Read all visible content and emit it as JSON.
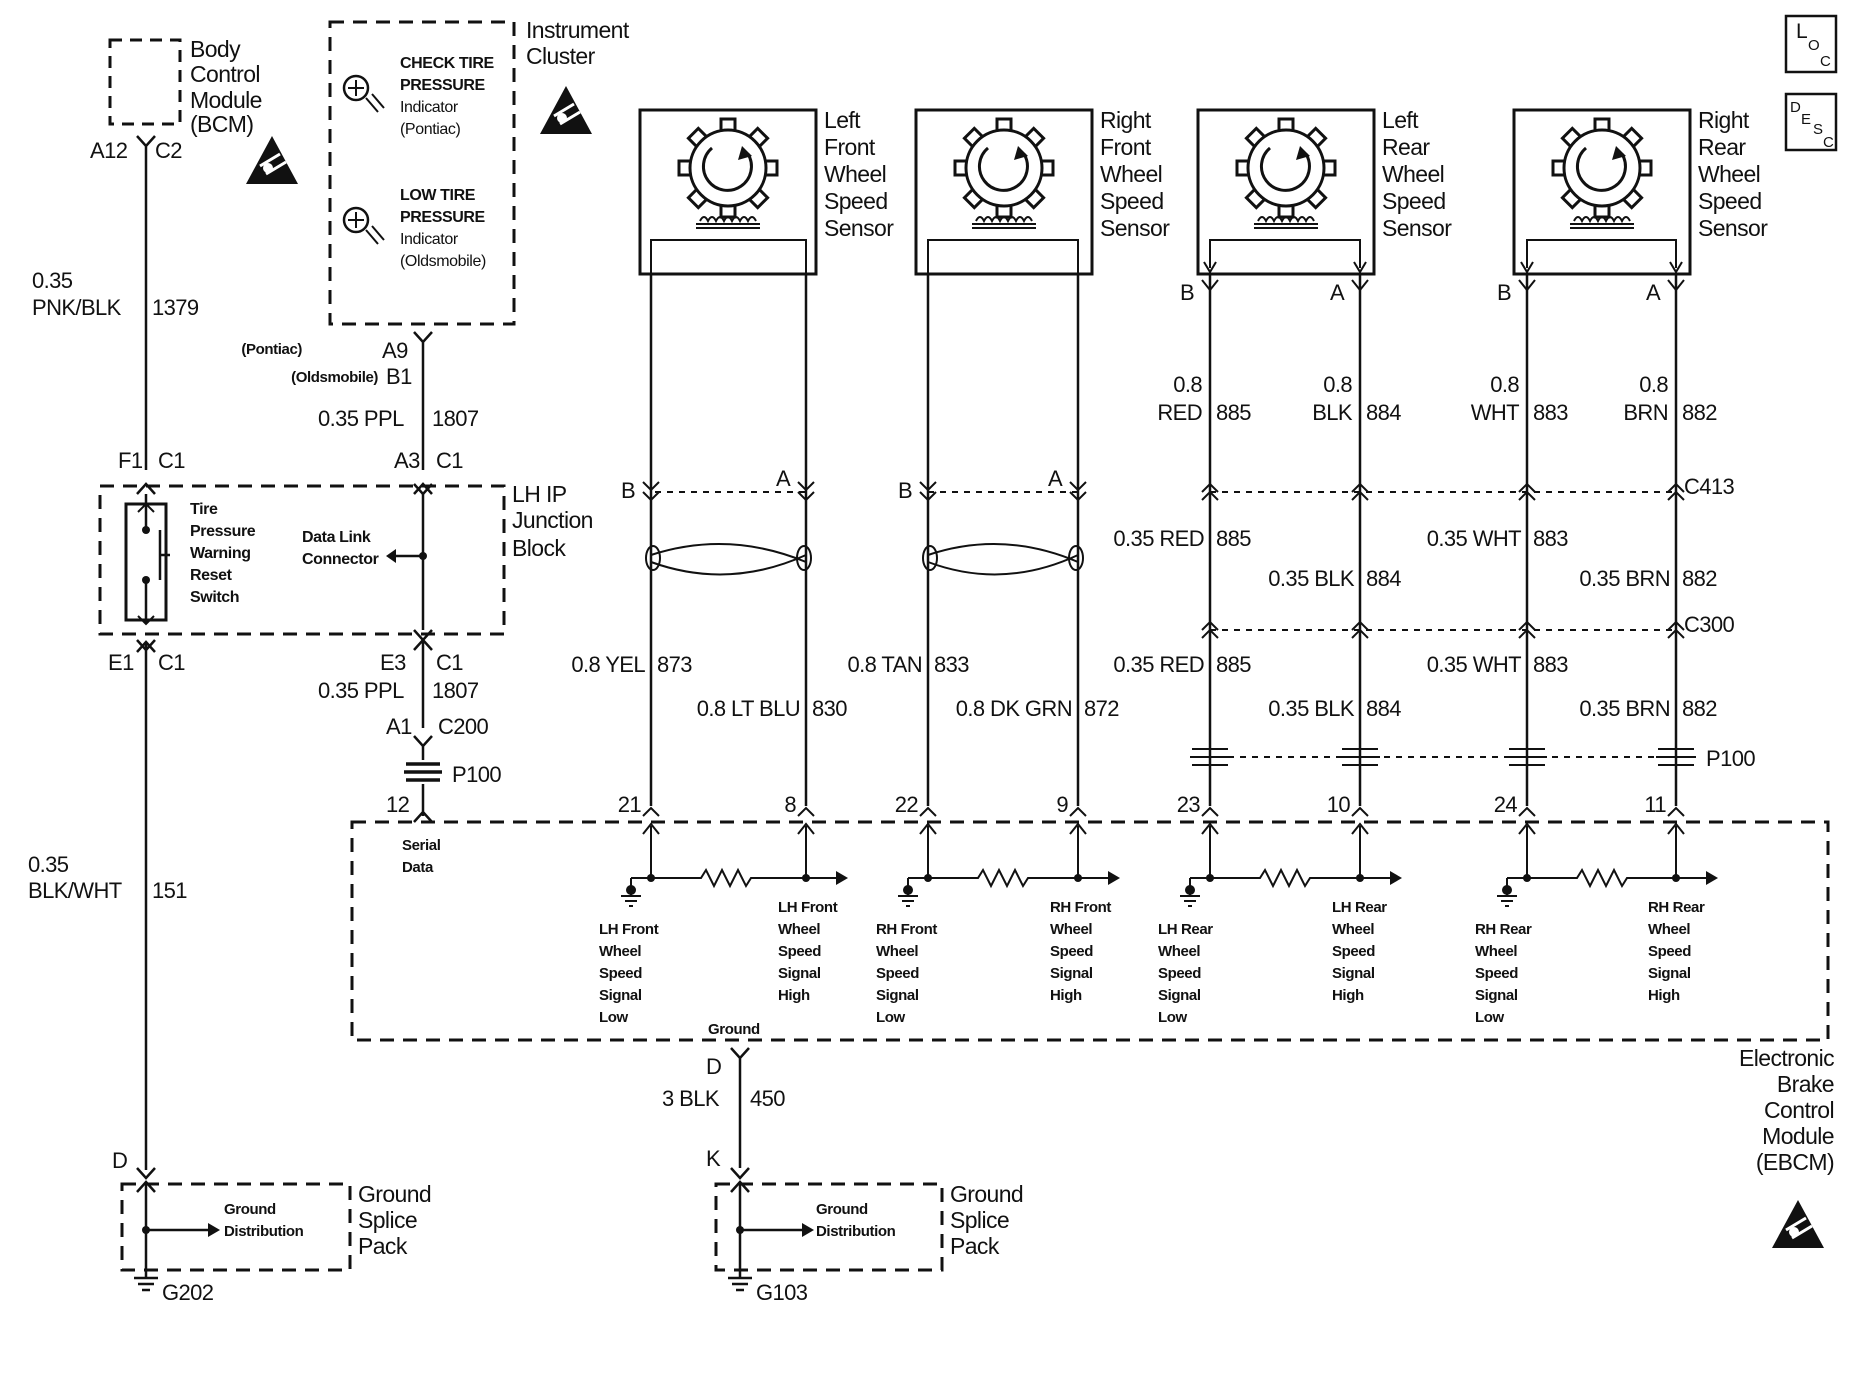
{
  "corner_boxes": {
    "loc": [
      "L",
      "O",
      "C"
    ],
    "desc": [
      "D",
      "E",
      "S",
      "C"
    ]
  },
  "bcm": {
    "name_lines": [
      "Body",
      "Control",
      "Module",
      "(BCM)"
    ],
    "pin_a": "A12",
    "pin_b": "C2"
  },
  "bcm_wire": {
    "gauge": "0.35",
    "color": "PNK/BLK",
    "circuit": "1379"
  },
  "cluster": {
    "name_lines": [
      "Instrument",
      "Cluster"
    ],
    "check_lines": [
      "CHECK TIRE",
      "PRESSURE",
      "Indicator",
      "(Pontiac)"
    ],
    "low_lines": [
      "LOW TIRE",
      "PRESSURE",
      "Indicator",
      "(Oldsmobile)"
    ],
    "pontiac_label": "(Pontiac)",
    "pontiac_pin": "A9",
    "olds_label": "(Oldsmobile)",
    "olds_pin": "B1"
  },
  "cluster_wire": {
    "label": "0.35 PPL",
    "circuit": "1807"
  },
  "junction": {
    "name_lines": [
      "LH IP",
      "Junction",
      "Block"
    ],
    "pin_f1": "F1",
    "c1_top_left": "C1",
    "pin_a3": "A3",
    "c1_top_right": "C1",
    "switch_lines": [
      "Tire",
      "Pressure",
      "Warning",
      "Reset",
      "Switch"
    ],
    "dlc_lines": [
      "Data Link",
      "Connector"
    ],
    "pin_e1": "E1",
    "c1_bot_left": "C1",
    "pin_e3": "E3",
    "c1_bot_right": "C1"
  },
  "serial_wire": {
    "label": "0.35 PPL",
    "circuit": "1807",
    "pin_a1": "A1",
    "connector": "C200",
    "p100": "P100",
    "pin_12": "12",
    "serial_lines": [
      "Serial",
      "Data"
    ]
  },
  "ground_wire_left": {
    "gauge": "0.35",
    "color": "BLK/WHT",
    "circuit": "151",
    "pin_d": "D"
  },
  "gsp_left": {
    "name_lines": [
      "Ground",
      "Splice",
      "Pack"
    ],
    "dist_lines": [
      "Ground",
      "Distribution"
    ],
    "ground": "G202"
  },
  "ground_wire_right": {
    "ground_label": "Ground",
    "pin_d": "D",
    "label": "3 BLK",
    "circuit": "450",
    "pin_k": "K"
  },
  "gsp_right": {
    "name_lines": [
      "Ground",
      "Splice",
      "Pack"
    ],
    "dist_lines": [
      "Ground",
      "Distribution"
    ],
    "ground": "G103"
  },
  "sensors": [
    {
      "name_lines": [
        "Left",
        "Front",
        "Wheel",
        "Speed",
        "Sensor"
      ],
      "pin_left": "B",
      "pin_right": "A",
      "wire_left": "0.8 YEL",
      "circuit_left": "873",
      "wire_right": "0.8 LT BLU",
      "circuit_right": "830",
      "ebcm_pin_left": "21",
      "ebcm_pin_right": "8",
      "low_lines": [
        "LH Front",
        "Wheel",
        "Speed",
        "Signal",
        "Low"
      ],
      "high_lines": [
        "LH Front",
        "Wheel",
        "Speed",
        "Signal",
        "High"
      ]
    },
    {
      "name_lines": [
        "Right",
        "Front",
        "Wheel",
        "Speed",
        "Sensor"
      ],
      "pin_left": "B",
      "pin_right": "A",
      "wire_left": "0.8 TAN",
      "circuit_left": "833",
      "wire_right": "0.8 DK GRN",
      "circuit_right": "872",
      "ebcm_pin_left": "22",
      "ebcm_pin_right": "9",
      "low_lines": [
        "RH Front",
        "Wheel",
        "Speed",
        "Signal",
        "Low"
      ],
      "high_lines": [
        "RH Front",
        "Wheel",
        "Speed",
        "Signal",
        "High"
      ]
    },
    {
      "name_lines": [
        "Left",
        "Rear",
        "Wheel",
        "Speed",
        "Sensor"
      ],
      "pin_left": "B",
      "pin_right": "A",
      "top_gauge_left": "0.8",
      "top_color_left": "RED",
      "top_circuit_left": "885",
      "top_gauge_right": "0.8",
      "top_color_right": "BLK",
      "top_circuit_right": "884",
      "mid_left": "0.35 RED",
      "mid_circuit_left": "885",
      "mid_right": "0.35 BLK",
      "mid_circuit_right": "884",
      "wire_left": "0.35 RED",
      "circuit_left": "885",
      "wire_right": "0.35 BLK",
      "circuit_right": "884",
      "ebcm_pin_left": "23",
      "ebcm_pin_right": "10",
      "low_lines": [
        "LH Rear",
        "Wheel",
        "Speed",
        "Signal",
        "Low"
      ],
      "high_lines": [
        "LH Rear",
        "Wheel",
        "Speed",
        "Signal",
        "High"
      ]
    },
    {
      "name_lines": [
        "Right",
        "Rear",
        "Wheel",
        "Speed",
        "Sensor"
      ],
      "pin_left": "B",
      "pin_right": "A",
      "top_gauge_left": "0.8",
      "top_color_left": "WHT",
      "top_circuit_left": "883",
      "top_gauge_right": "0.8",
      "top_color_right": "BRN",
      "top_circuit_right": "882",
      "mid_left": "0.35 WHT",
      "mid_circuit_left": "883",
      "mid_right": "0.35 BRN",
      "mid_circuit_right": "882",
      "wire_left": "0.35 WHT",
      "circuit_left": "883",
      "wire_right": "0.35 BRN",
      "circuit_right": "882",
      "ebcm_pin_left": "24",
      "ebcm_pin_right": "11",
      "low_lines": [
        "RH Rear",
        "Wheel",
        "Speed",
        "Signal",
        "Low"
      ],
      "high_lines": [
        "RH Rear",
        "Wheel",
        "Speed",
        "Signal",
        "High"
      ]
    }
  ],
  "connectors": {
    "c413": "C413",
    "c300": "C300",
    "p100_right": "P100"
  },
  "ebcm": {
    "name_lines": [
      "Electronic",
      "Brake",
      "Control",
      "Module",
      "(EBCM)"
    ]
  }
}
